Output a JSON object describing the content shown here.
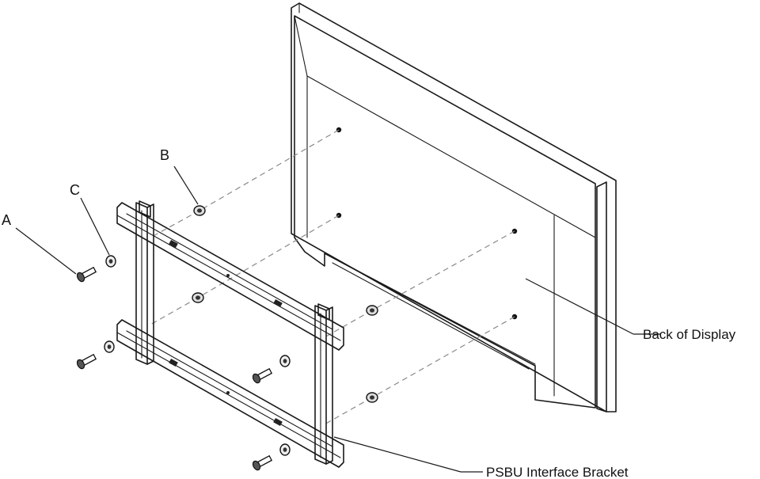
{
  "labels": {
    "a": "A",
    "b": "B",
    "c": "C",
    "back_of_display": "Back of Display",
    "bracket": "PSBU Interface Bracket"
  }
}
